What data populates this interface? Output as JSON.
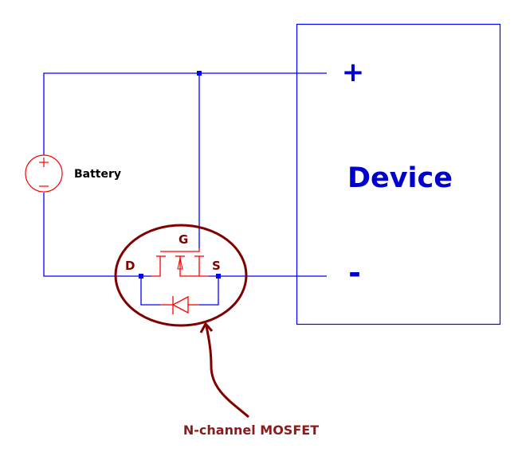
{
  "labels": {
    "battery": "Battery",
    "gate": "G",
    "drain": "D",
    "source": "S",
    "plus": "+",
    "minus": "-",
    "device": "Device",
    "mosfet": "N-channel MOSFET"
  },
  "colors": {
    "wire": "#0000ff",
    "component": "#ff0000",
    "annotation": "#800000",
    "device_text": "#0000cc",
    "text": "#000000"
  }
}
